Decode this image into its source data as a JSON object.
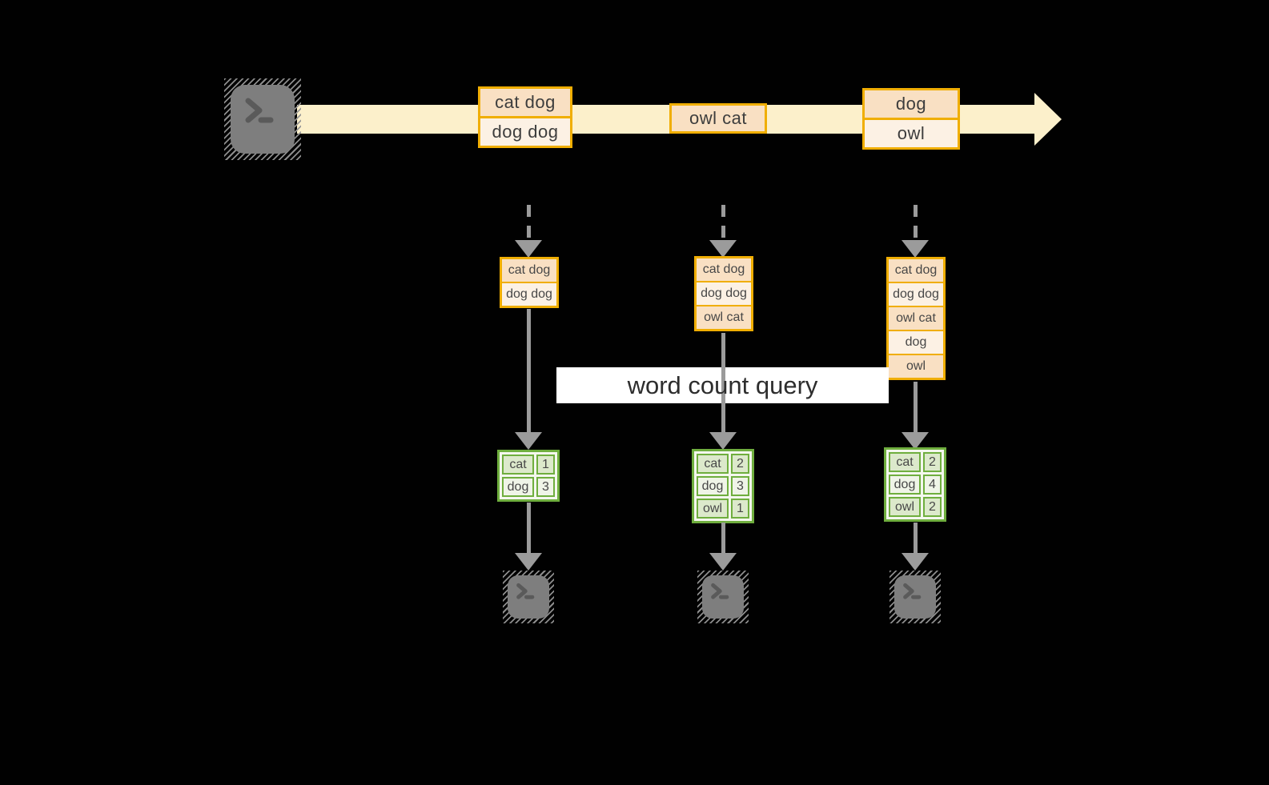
{
  "query_label": "word count query",
  "stream": {
    "batches": [
      {
        "lines": [
          "cat dog",
          "dog dog"
        ]
      },
      {
        "lines": [
          "owl cat"
        ]
      },
      {
        "lines": [
          "dog",
          "owl"
        ]
      }
    ]
  },
  "buffers": [
    {
      "lines": [
        "cat dog",
        "dog dog"
      ]
    },
    {
      "lines": [
        "cat dog",
        "dog dog",
        "owl cat"
      ]
    },
    {
      "lines": [
        "cat dog",
        "dog dog",
        "owl cat",
        "dog",
        "owl"
      ]
    }
  ],
  "word_counts": [
    {
      "rows": [
        {
          "word": "cat",
          "count": "1"
        },
        {
          "word": "dog",
          "count": "3"
        }
      ]
    },
    {
      "rows": [
        {
          "word": "cat",
          "count": "2"
        },
        {
          "word": "dog",
          "count": "3"
        },
        {
          "word": "owl",
          "count": "1"
        }
      ]
    },
    {
      "rows": [
        {
          "word": "cat",
          "count": "2"
        },
        {
          "word": "dog",
          "count": "4"
        },
        {
          "word": "owl",
          "count": "2"
        }
      ]
    }
  ],
  "icons": {
    "source": "terminal-icon",
    "sinks": [
      "terminal-icon",
      "terminal-icon",
      "terminal-icon"
    ]
  },
  "colors": {
    "stream_band": "#FCF0CB",
    "box_border": "#F0AE02",
    "box_fill_dark": "#F9E0C3",
    "box_fill_light": "#FCF1E4",
    "table_border": "#6FAE3E",
    "table_cell_dark": "#DCE9CB",
    "table_cell_light": "#EFF4E7",
    "arrow_gray": "#9B9B9B",
    "terminal_gray": "#7E7E7E",
    "label_background": "#FFFFFF",
    "text": "#3D3D3D"
  }
}
